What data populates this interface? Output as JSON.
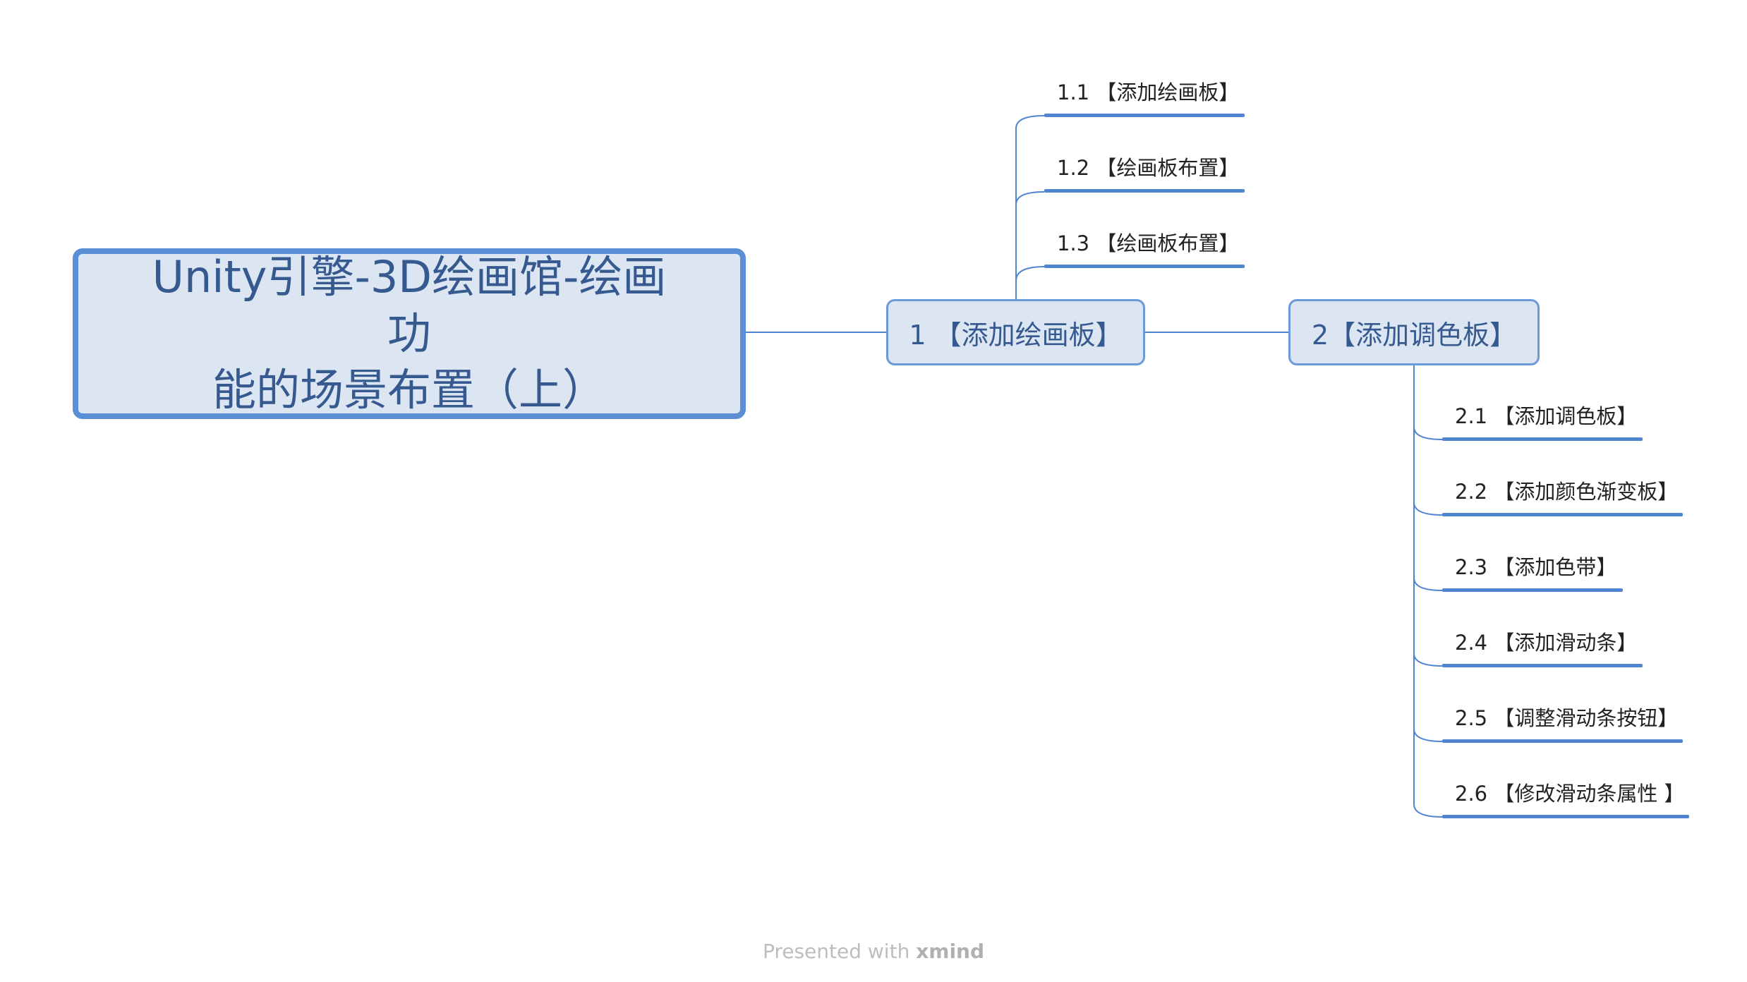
{
  "root": {
    "line1": "Unity引擎-3D绘画馆-绘画功",
    "line2": "能的场景布置（上）"
  },
  "branch1": {
    "label": "1 【添加绘画板】",
    "children": [
      "1.1 【添加绘画板】",
      "1.2 【绘画板布置】",
      "1.3 【绘画板布置】"
    ]
  },
  "branch2": {
    "label": "2【添加调色板】",
    "children": [
      "2.1 【添加调色板】",
      "2.2 【添加颜色渐变板】",
      "2.3 【添加色带】",
      "2.4 【添加滑动条】",
      "2.5 【调整滑动条按钮】",
      "2.6 【修改滑动条属性 】"
    ]
  },
  "footer": {
    "prefix": "Presented with",
    "brand": "xmind"
  },
  "colors": {
    "node_fill": "#dce6f3",
    "node_border": "#5b8fd5",
    "connector": "#4f84d0",
    "text": "#36598f"
  }
}
